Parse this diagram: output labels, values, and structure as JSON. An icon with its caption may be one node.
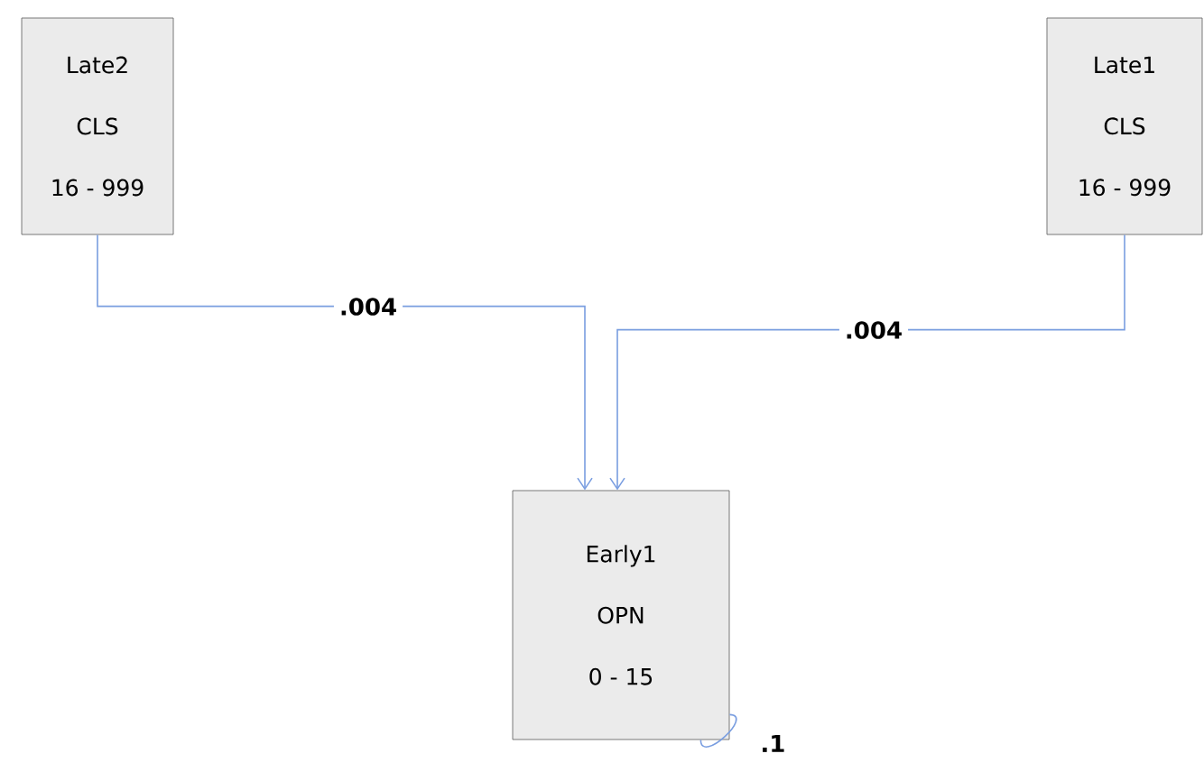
{
  "diagram": {
    "nodes": [
      {
        "text": [
          "Late2",
          "CLS",
          "16 - 999"
        ]
      },
      {
        "text": [
          "Late1",
          "CLS",
          "16 - 999"
        ]
      },
      {
        "text": [
          "Early1",
          "OPN",
          "0 - 15"
        ]
      }
    ],
    "edges": [
      {
        "from": 0,
        "to": 2,
        "arrow": "to",
        "label": ".004"
      },
      {
        "from": 1,
        "to": 2,
        "arrow": "to",
        "label": ".004"
      },
      {
        "from": 2,
        "to": 2,
        "arrow": "none",
        "label": ".1"
      }
    ]
  }
}
